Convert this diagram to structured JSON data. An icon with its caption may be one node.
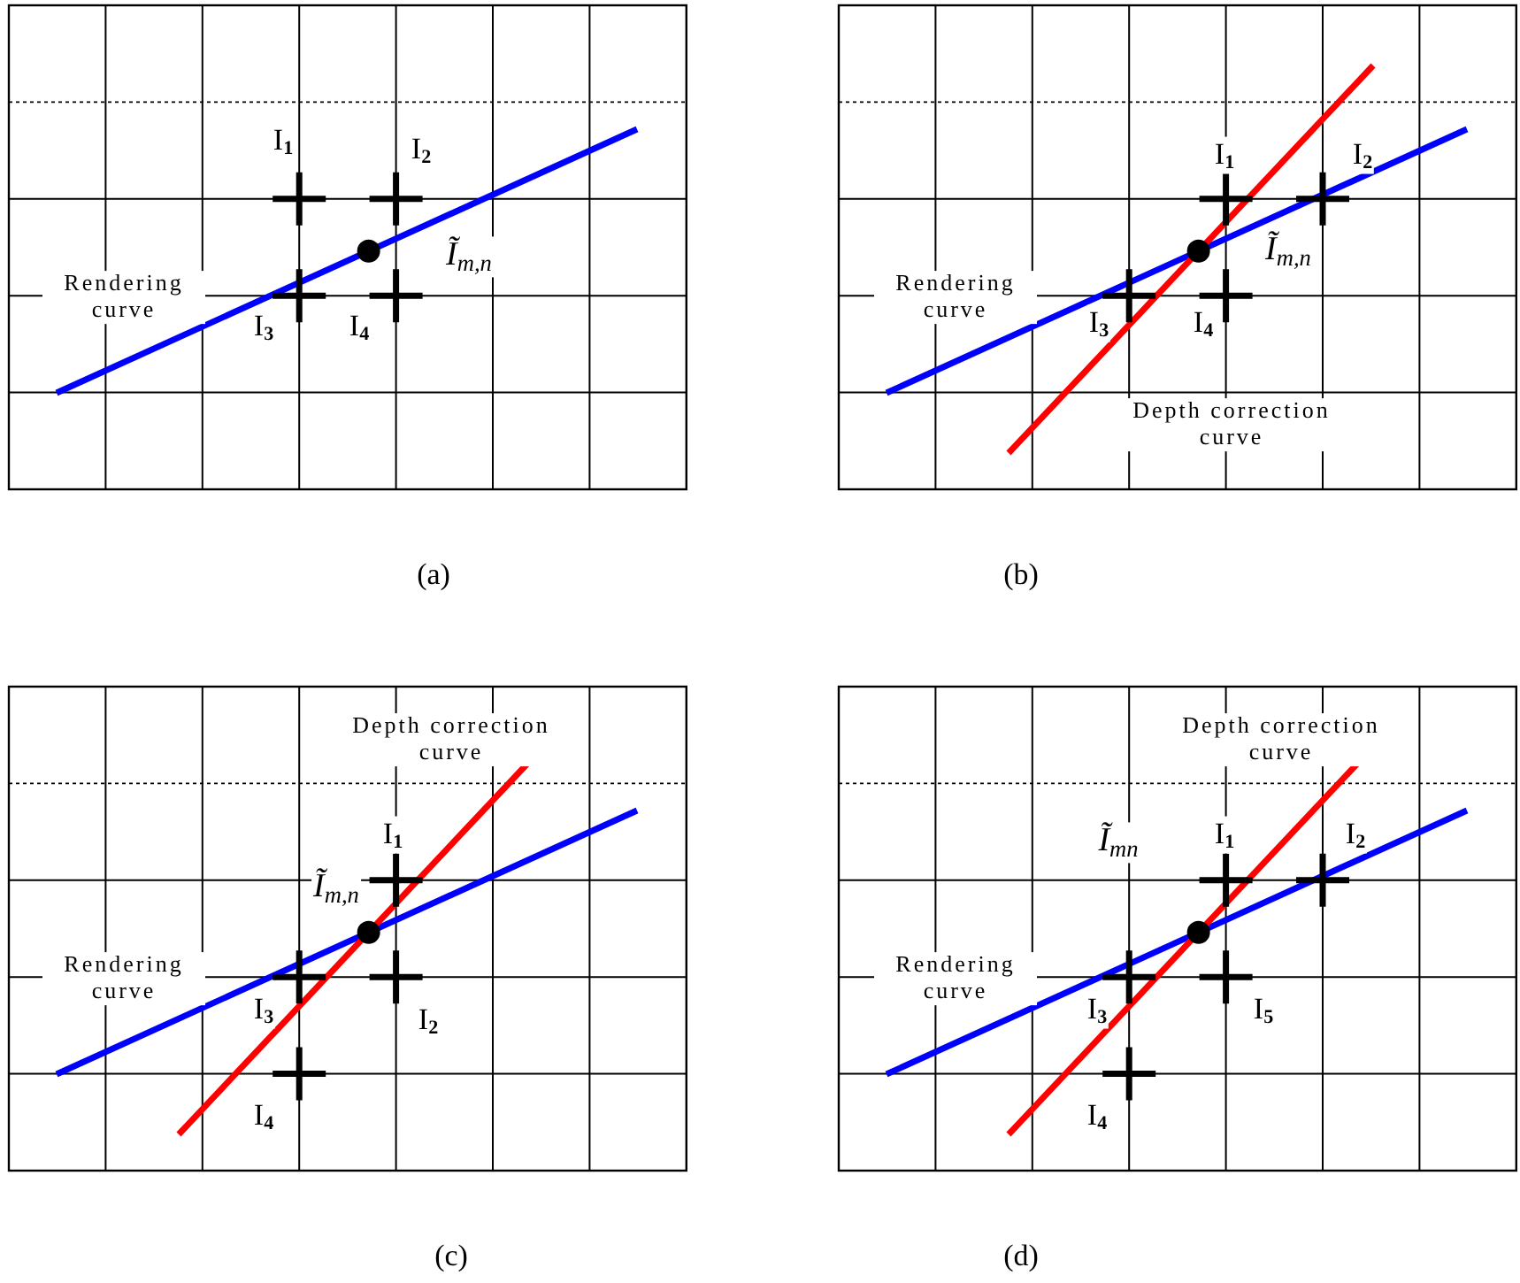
{
  "diagram": {
    "labels": [
      "I$_{1}$",
      "I$_{2}$",
      "Ĩ$_{m,n}$",
      "Rendering curve",
      "I$_{3}$",
      "I$_{4}$",
      "(a)",
      "I$_{1}$",
      "I$_{2}$",
      "Ĩ$_{m,n}$",
      "Rendering curve",
      "I$_{3}$",
      "I$_{4}$",
      "Depth correction curve",
      "(b)",
      "Depth correction curve",
      "I$_{1}$",
      "Ĩ$_{m,n}$",
      "Rendering curve",
      "I$_{3}$",
      "I$_{2}$",
      "I$_{4}$",
      "(c)",
      "Depth correction curve",
      "Ĩ$_{mn}$",
      "I$_{1}$",
      "I$_{2}$",
      "Rendering curve",
      "I$_{3}$",
      "I$_{5}$",
      "I$_{4}$",
      "(d)"
    ]
  }
}
